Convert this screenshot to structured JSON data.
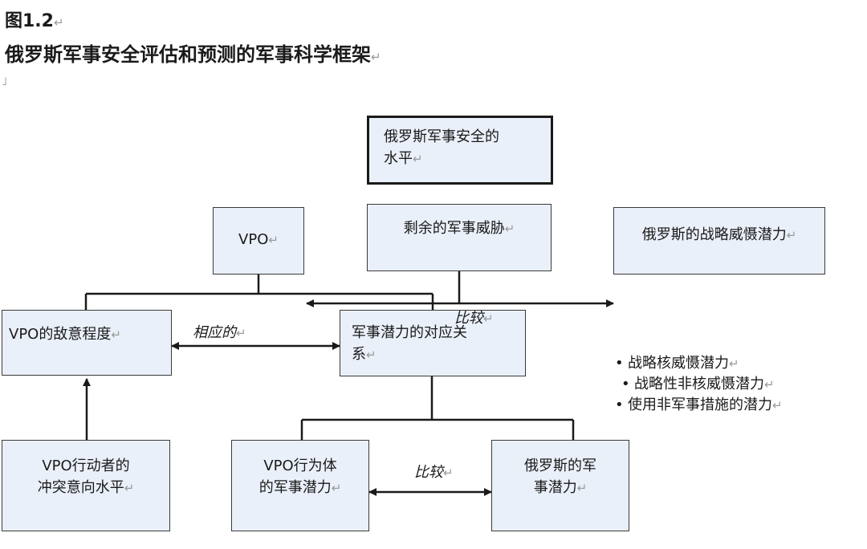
{
  "figure": {
    "label": "图1.2",
    "title": "俄罗斯军事安全评估和预测的军事科学框架",
    "return_mark": "↵",
    "corner_mark": "˩"
  },
  "boxes": {
    "security_level": "俄罗斯军事安全的\n水平",
    "vpo_top": "VPO",
    "residual_threat": "剩余的军事威胁",
    "strategic_deterrence": "俄罗斯的战略威慑潜力",
    "vpo_hostility": "VPO的敌意程度",
    "potential_correspondence": "  军事潜力的对应关\n系",
    "actor_conflict": "VPO行动者的\n冲突意向水平",
    "vpo_actor_potential": "VPO行为体\n的军事潜力",
    "russia_potential": "俄罗斯的军\n事潜力"
  },
  "labels": {
    "corresponding": "相应的",
    "compare_top": "比较",
    "compare_bottom": "比较"
  },
  "bullets": [
    "战略核威慑潜力",
    "战略性非核威慑潜力",
    "使用非军事措施的潜力"
  ],
  "colors": {
    "box_fill": "#eaf0f9",
    "line": "#1a1a1a",
    "mark": "#9a9a9a"
  }
}
